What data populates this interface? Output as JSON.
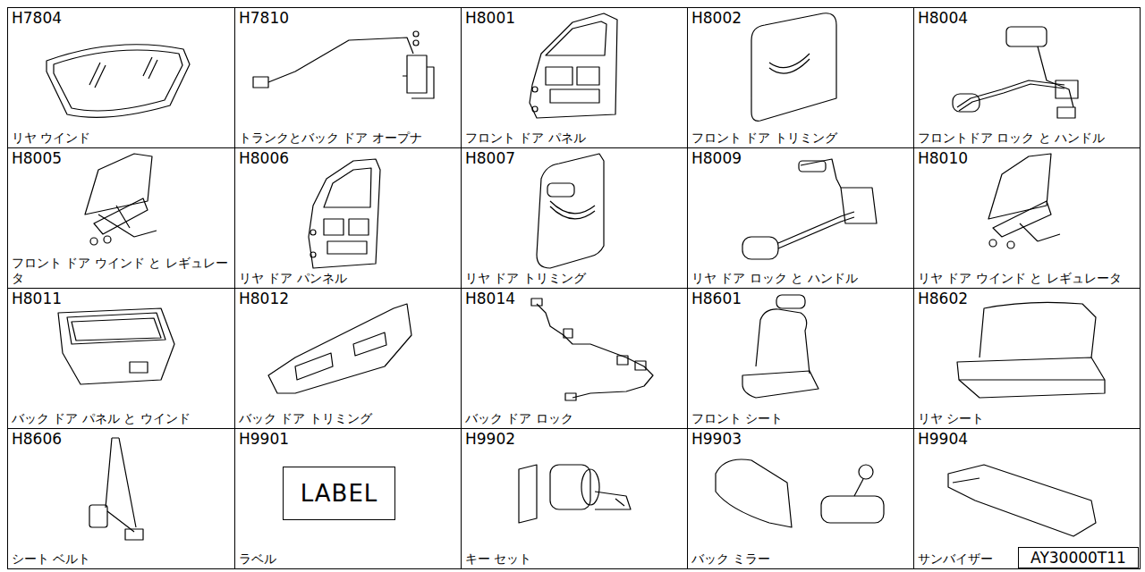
{
  "diagram": {
    "nodes": [
      {
        "text": [
          "H7804",
          "リヤ ウインド"
        ]
      },
      {
        "text": [
          "H7810",
          "トランクとバック ドア オープナ"
        ]
      },
      {
        "text": [
          "H8001",
          "フロント ドア パネル"
        ]
      },
      {
        "text": [
          "H8002",
          "フロント ドア トリミング"
        ]
      },
      {
        "text": [
          "H8004",
          "フロントドア ロック と ハンドル"
        ]
      },
      {
        "text": [
          "H8005",
          "フロント ドア ウインド と レギュレータ"
        ]
      },
      {
        "text": [
          "H8006",
          "リヤ ドア パンネル"
        ]
      },
      {
        "text": [
          "H8007",
          "リヤ ドア トリミング"
        ]
      },
      {
        "text": [
          "H8009",
          "リヤ ドア ロック と ハンドル"
        ]
      },
      {
        "text": [
          "H8010",
          "リヤ ドア ウインド と レギュレータ"
        ]
      },
      {
        "text": [
          "H8011",
          "バック ドア パネル と ウインド"
        ]
      },
      {
        "text": [
          "H8012",
          "バック ドア トリミング"
        ]
      },
      {
        "text": [
          "H8014",
          "バック ドア ロック"
        ]
      },
      {
        "text": [
          "H8601",
          "フロント シート"
        ]
      },
      {
        "text": [
          "H8602",
          "リヤ シート"
        ]
      },
      {
        "text": [
          "H8606",
          "シート ベルト"
        ]
      },
      {
        "text": [
          "H9901",
          "ラベル"
        ]
      },
      {
        "text": [
          "LABEL"
        ],
        "in": 16
      },
      {
        "text": [
          "H9902",
          "キー セット"
        ]
      },
      {
        "text": [
          "H9903",
          "バック ミラー"
        ]
      },
      {
        "text": [
          "H9904",
          "サンバイザー"
        ]
      },
      {
        "text": [
          "AY30000T11"
        ]
      }
    ]
  }
}
